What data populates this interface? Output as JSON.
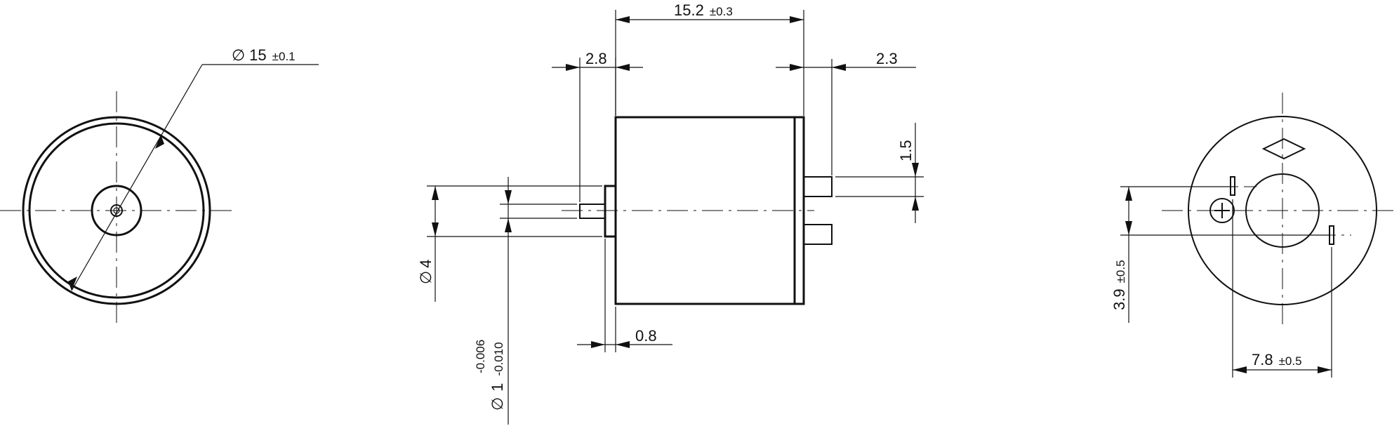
{
  "dimensions": {
    "diameter_outer": {
      "symbol": "∅",
      "value": "15",
      "tol": "±0.1"
    },
    "length": {
      "value": "15.2",
      "tol": "±0.3"
    },
    "left_offset": {
      "value": "2.8"
    },
    "right_offset": {
      "value": "2.3"
    },
    "pin_height": {
      "value": "1.5"
    },
    "boss_diameter": {
      "symbol": "∅",
      "value": "4"
    },
    "boss_width": {
      "value": "0.8"
    },
    "shaft_diameter": {
      "symbol": "∅",
      "value": "1",
      "tol_upper": "-0.006",
      "tol_lower": "-0.010"
    },
    "pin_vertical_offset": {
      "value": "3.9",
      "tol": "±0.5"
    },
    "pin_spacing": {
      "value": "7.8",
      "tol": "±0.5"
    }
  },
  "polarity": {
    "plus_icon": "plus-icon"
  }
}
